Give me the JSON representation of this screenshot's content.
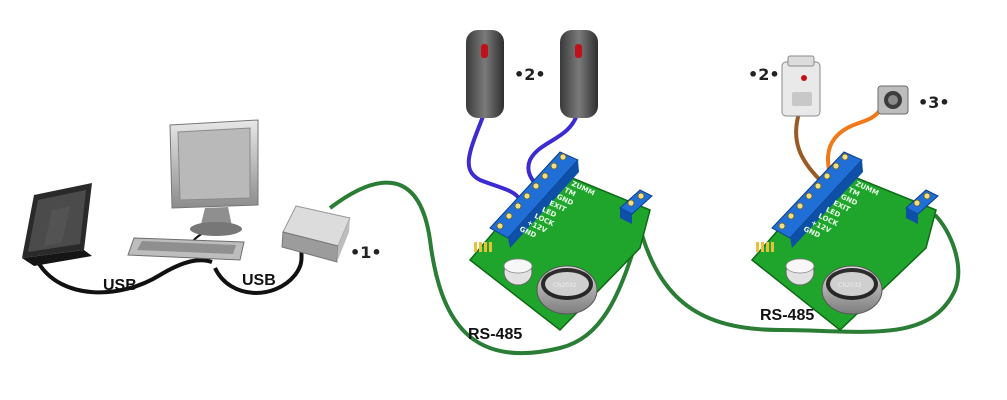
{
  "labels": {
    "usb_left": "USB",
    "usb_right": "USB",
    "rs485_left": "RS-485",
    "rs485_right": "RS-485"
  },
  "callouts": {
    "converter": "•1•",
    "readers_left": "•2•",
    "reader_right": "•2•",
    "exit_button": "•3•"
  },
  "controller_pins": [
    "ZUMM",
    "TM",
    "GND",
    "EXIT",
    "LED",
    "LOCK",
    "+12V",
    "GND"
  ],
  "battery_label": "CR2032",
  "colors": {
    "board": "#1fa52b",
    "terminal": "#1f6fd6",
    "rs485_cable": "#2a7d34",
    "usb_cable": "#111111",
    "reader_cable": "#3b2bd1",
    "brown_cable": "#9a5a24",
    "orange_cable": "#f07a1a"
  }
}
